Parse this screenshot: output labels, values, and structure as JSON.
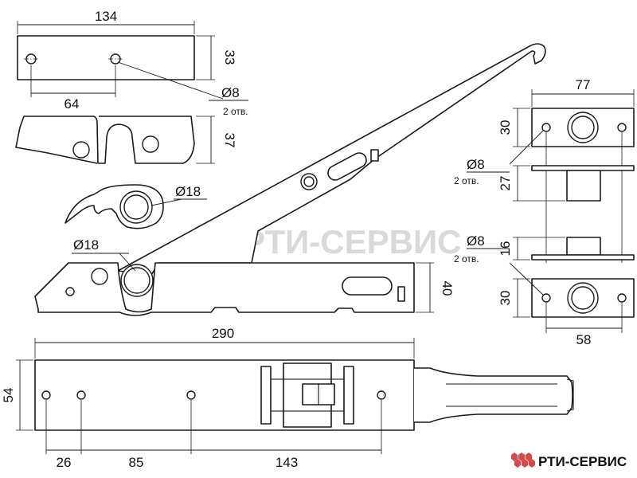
{
  "dimensions": {
    "plate_width": "134",
    "plate_height": "33",
    "plate_hole_spacing": "64",
    "hole_d8_a": "Ø8",
    "holes_2": "2 отв.",
    "bracket_height": "37",
    "pivot_d18_a": "Ø18",
    "pivot_d18_b": "Ø18",
    "base_height": "40",
    "long_length": "290",
    "long_width": "54",
    "hole_sp_26": "26",
    "hole_sp_85": "85",
    "hole_sp_143": "143",
    "keeper_width": "77",
    "keeper_height_top": "30",
    "hole_d8_b": "Ø8",
    "holes_2_b": "2 отв.",
    "keeper_depth_27": "27",
    "keeper_depth_16": "16",
    "hole_d8_c": "Ø8",
    "holes_2_c": "2 отв.",
    "keeper_height_bottom": "30",
    "keeper_hole_spacing": "58"
  },
  "branding": {
    "watermark": "РТИ-СЕРВИС",
    "logo_text": "РТИ-СЕРВИС",
    "accent": "#e05050"
  }
}
